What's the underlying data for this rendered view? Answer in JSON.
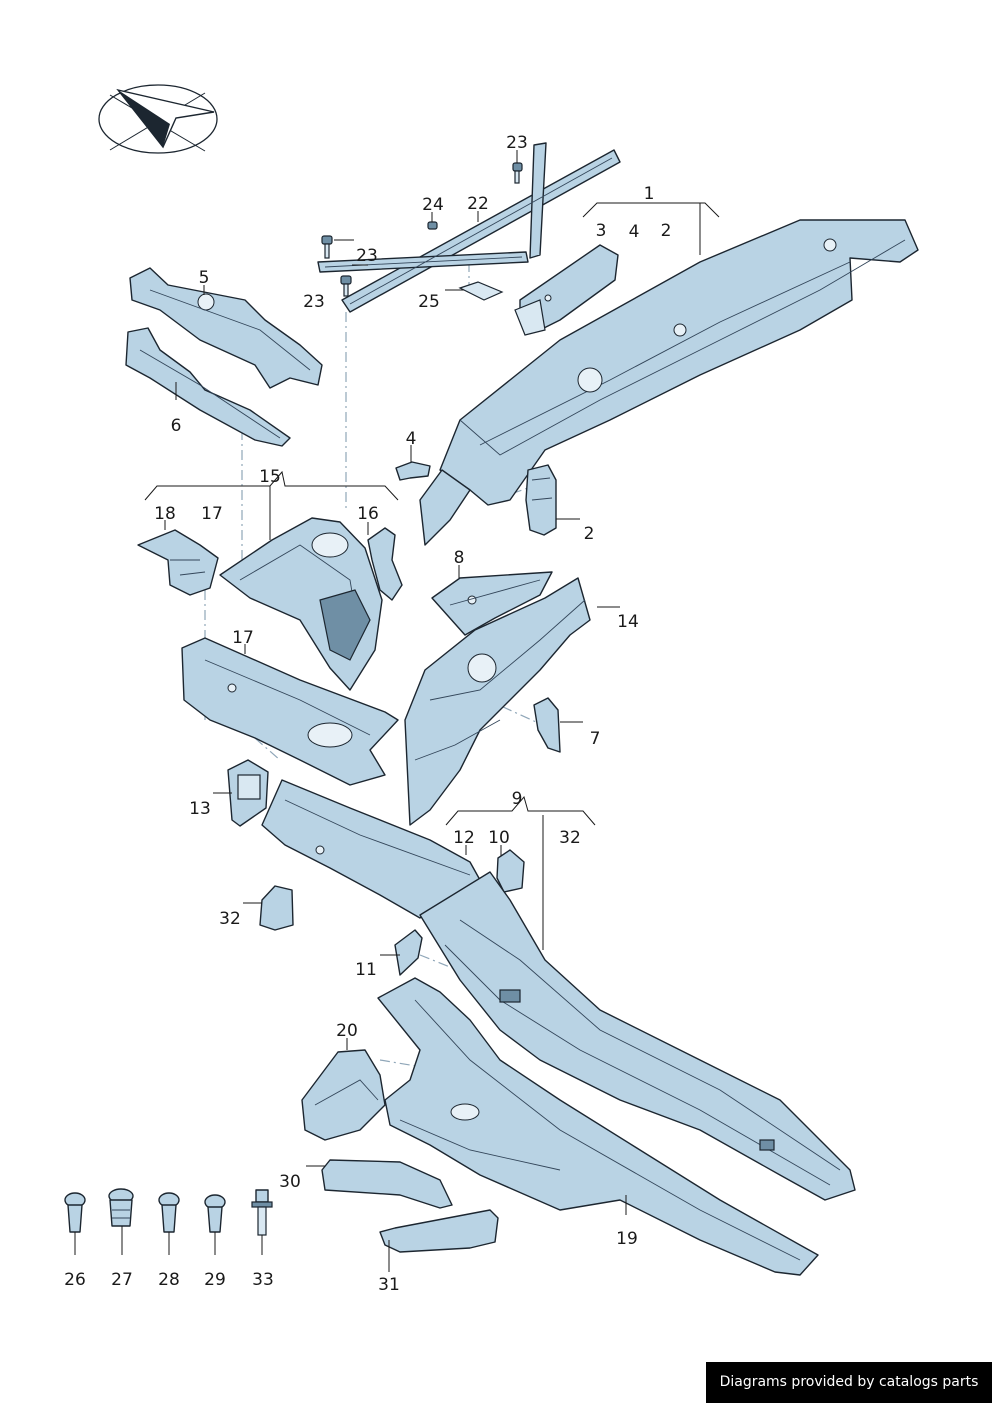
{
  "diagram": {
    "callouts": [
      "1",
      "2",
      "2",
      "3",
      "4",
      "4",
      "5",
      "6",
      "7",
      "8",
      "9",
      "10",
      "11",
      "12",
      "13",
      "14",
      "15",
      "16",
      "17",
      "17",
      "18",
      "19",
      "20",
      "22",
      "23",
      "23",
      "23",
      "24",
      "25",
      "26",
      "27",
      "28",
      "29",
      "30",
      "31",
      "32",
      "32",
      "33"
    ]
  },
  "footer": {
    "credit": "Diagrams provided by catalogs parts"
  },
  "colors": {
    "part_fill": "#b9d3e4",
    "outline": "#1c2630",
    "footer_bg": "#000000",
    "footer_text": "#ffffff"
  }
}
